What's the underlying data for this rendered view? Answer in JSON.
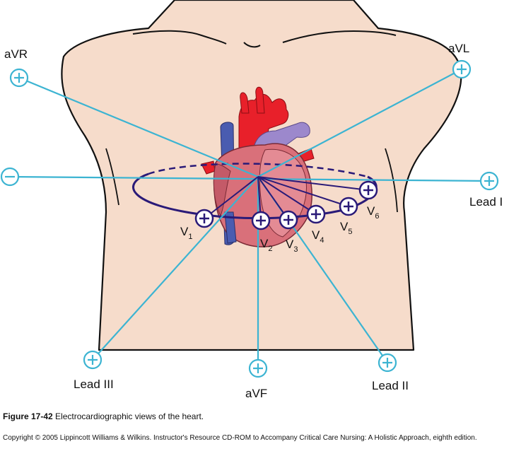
{
  "leads": {
    "avr": "aVR",
    "avl": "aVL",
    "lead_i": "Lead I",
    "lead_ii": "Lead II",
    "lead_iii": "Lead III",
    "avf": "aVF"
  },
  "precordial": {
    "prefix": "V",
    "v1": "1",
    "v2": "2",
    "v3": "3",
    "v4": "4",
    "v5": "5",
    "v6": "6"
  },
  "caption": {
    "figure": "Figure 17-42",
    "text": " Electrocardiographic views of the heart."
  },
  "copyright": "Copyright © 2005 Lippincott Williams & Wilkins.  Instructor's Resource CD-ROM to Accompany Critical Care Nursing: A Holistic Approach, eighth edition.",
  "colors": {
    "lead_line": "#3cb4d2",
    "precordial": "#2a1a78",
    "skin": "#f6dccb",
    "heart": "#d9707a",
    "aorta": "#e8202a",
    "vena_cava": "#4a5cb0",
    "pulmonary": "#9c88cc"
  }
}
